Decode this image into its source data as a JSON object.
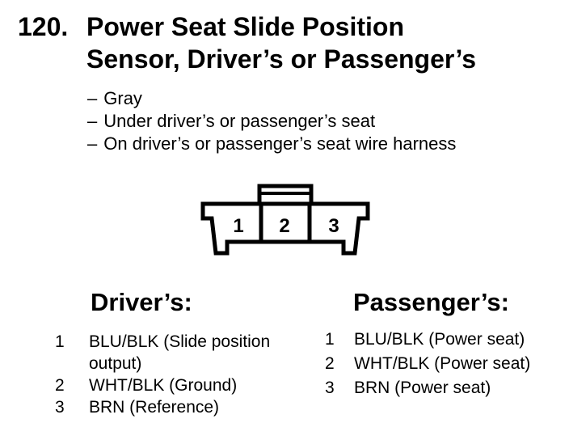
{
  "page": {
    "item_number": "120.",
    "title_lines": [
      "Power Seat Slide Position",
      "Sensor, Driver’s or Passenger’s"
    ],
    "notes": {
      "dash": "–",
      "items": [
        "Gray",
        "Under driver’s or passenger’s seat",
        "On driver’s or passenger’s seat wire harness"
      ]
    },
    "connector": {
      "pins": [
        "1",
        "2",
        "3"
      ],
      "ink_color": "#000000",
      "paper_color": "#ffffff"
    },
    "drivers": {
      "heading": "Driver’s:",
      "pins": [
        {
          "num": "1",
          "lines": [
            "BLU/BLK (Slide position",
            "output)"
          ]
        },
        {
          "num": "2",
          "lines": [
            "WHT/BLK (Ground)"
          ]
        },
        {
          "num": "3",
          "lines": [
            "BRN (Reference)"
          ]
        }
      ]
    },
    "passengers": {
      "heading": "Passenger’s:",
      "pins": [
        {
          "num": "1",
          "lines": [
            "BLU/BLK (Power seat)"
          ]
        },
        {
          "num": "2",
          "lines": [
            "WHT/BLK (Power seat)"
          ]
        },
        {
          "num": "3",
          "lines": [
            "BRN (Power seat)"
          ]
        }
      ]
    }
  }
}
